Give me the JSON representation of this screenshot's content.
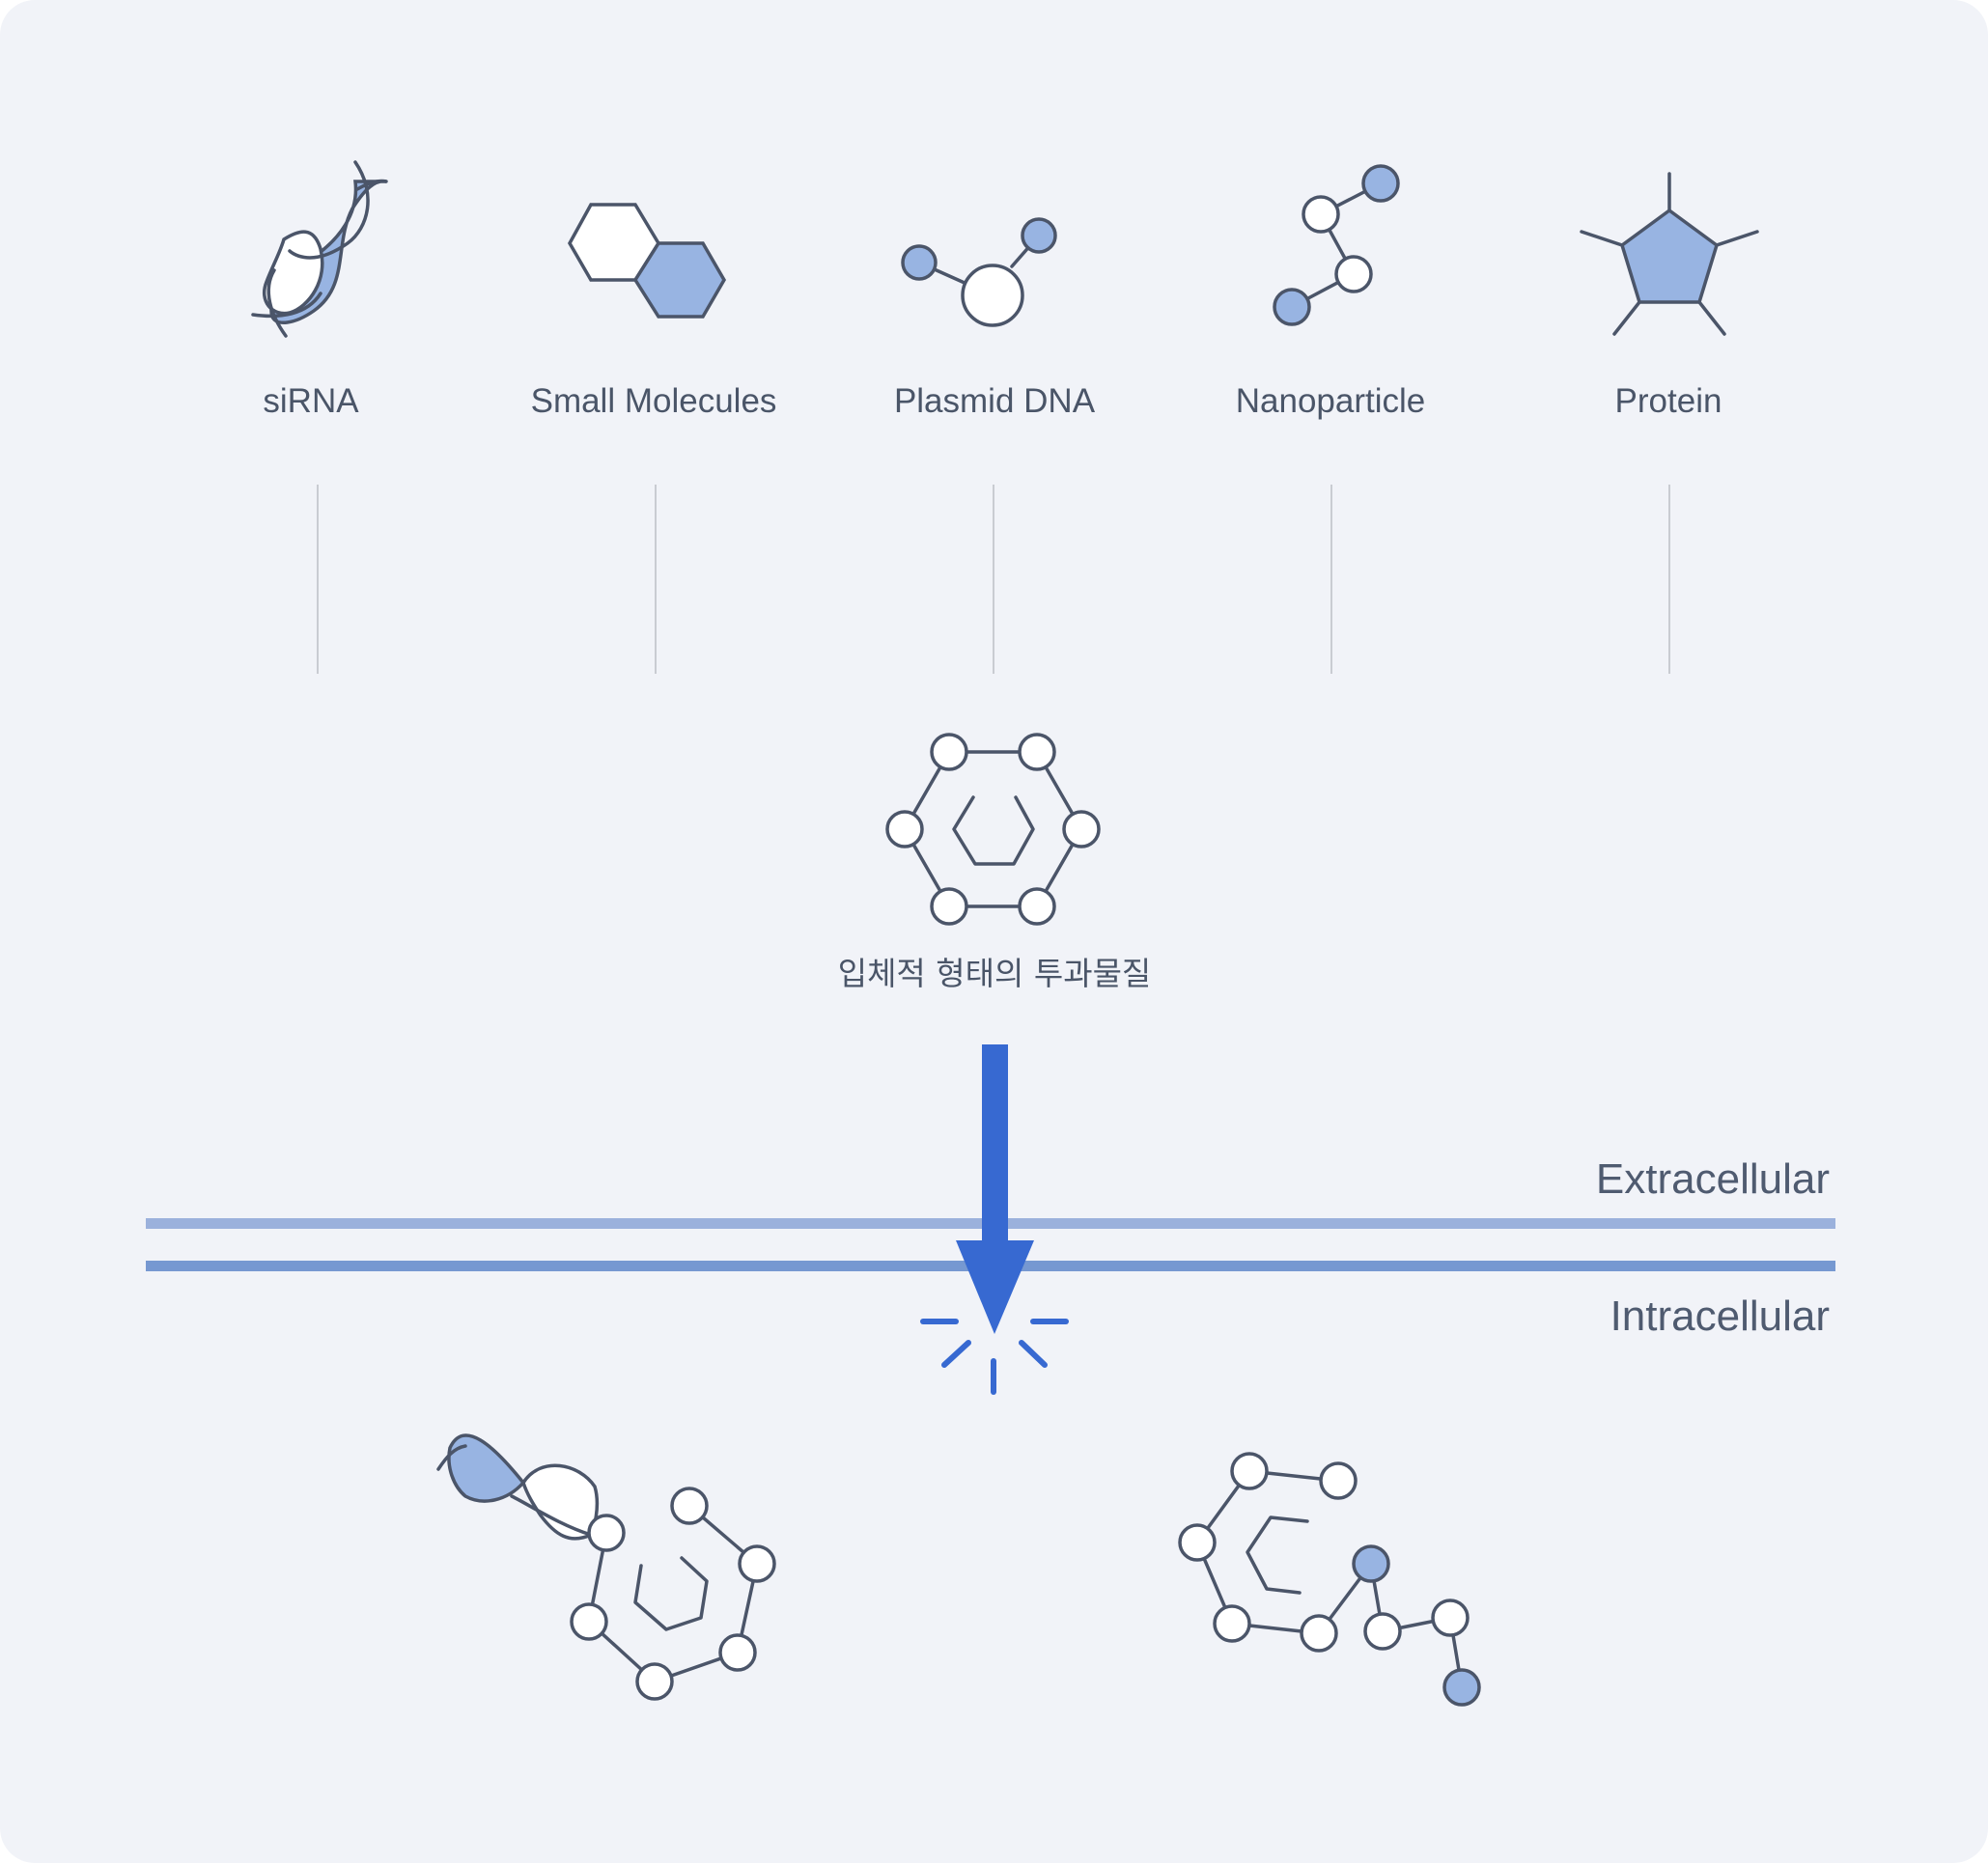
{
  "cargo_items": [
    {
      "label": "siRNA",
      "icon": "double-helix-icon"
    },
    {
      "label": "Small Molecules",
      "icon": "hexagon-pair-icon"
    },
    {
      "label": "Plasmid DNA",
      "icon": "three-node-molecule-icon"
    },
    {
      "label": "Nanoparticle",
      "icon": "node-chain-icon"
    },
    {
      "label": "Protein",
      "icon": "pentagon-icon"
    }
  ],
  "carrier": {
    "label": "입체적 형태의 투과물질",
    "icon": "hexagonal-ring-icon"
  },
  "membrane": {
    "extracellular_label": "Extracellular",
    "intracellular_label": "Intracellular"
  },
  "colors": {
    "background": "#f1f3f8",
    "ink": "#4b5569",
    "fill_accent": "#98b4e2",
    "arrow": "#3769d1",
    "membrane_outer": "#9bb1dc",
    "membrane_inner": "#7698d1",
    "connector": "#c9ccd2"
  }
}
